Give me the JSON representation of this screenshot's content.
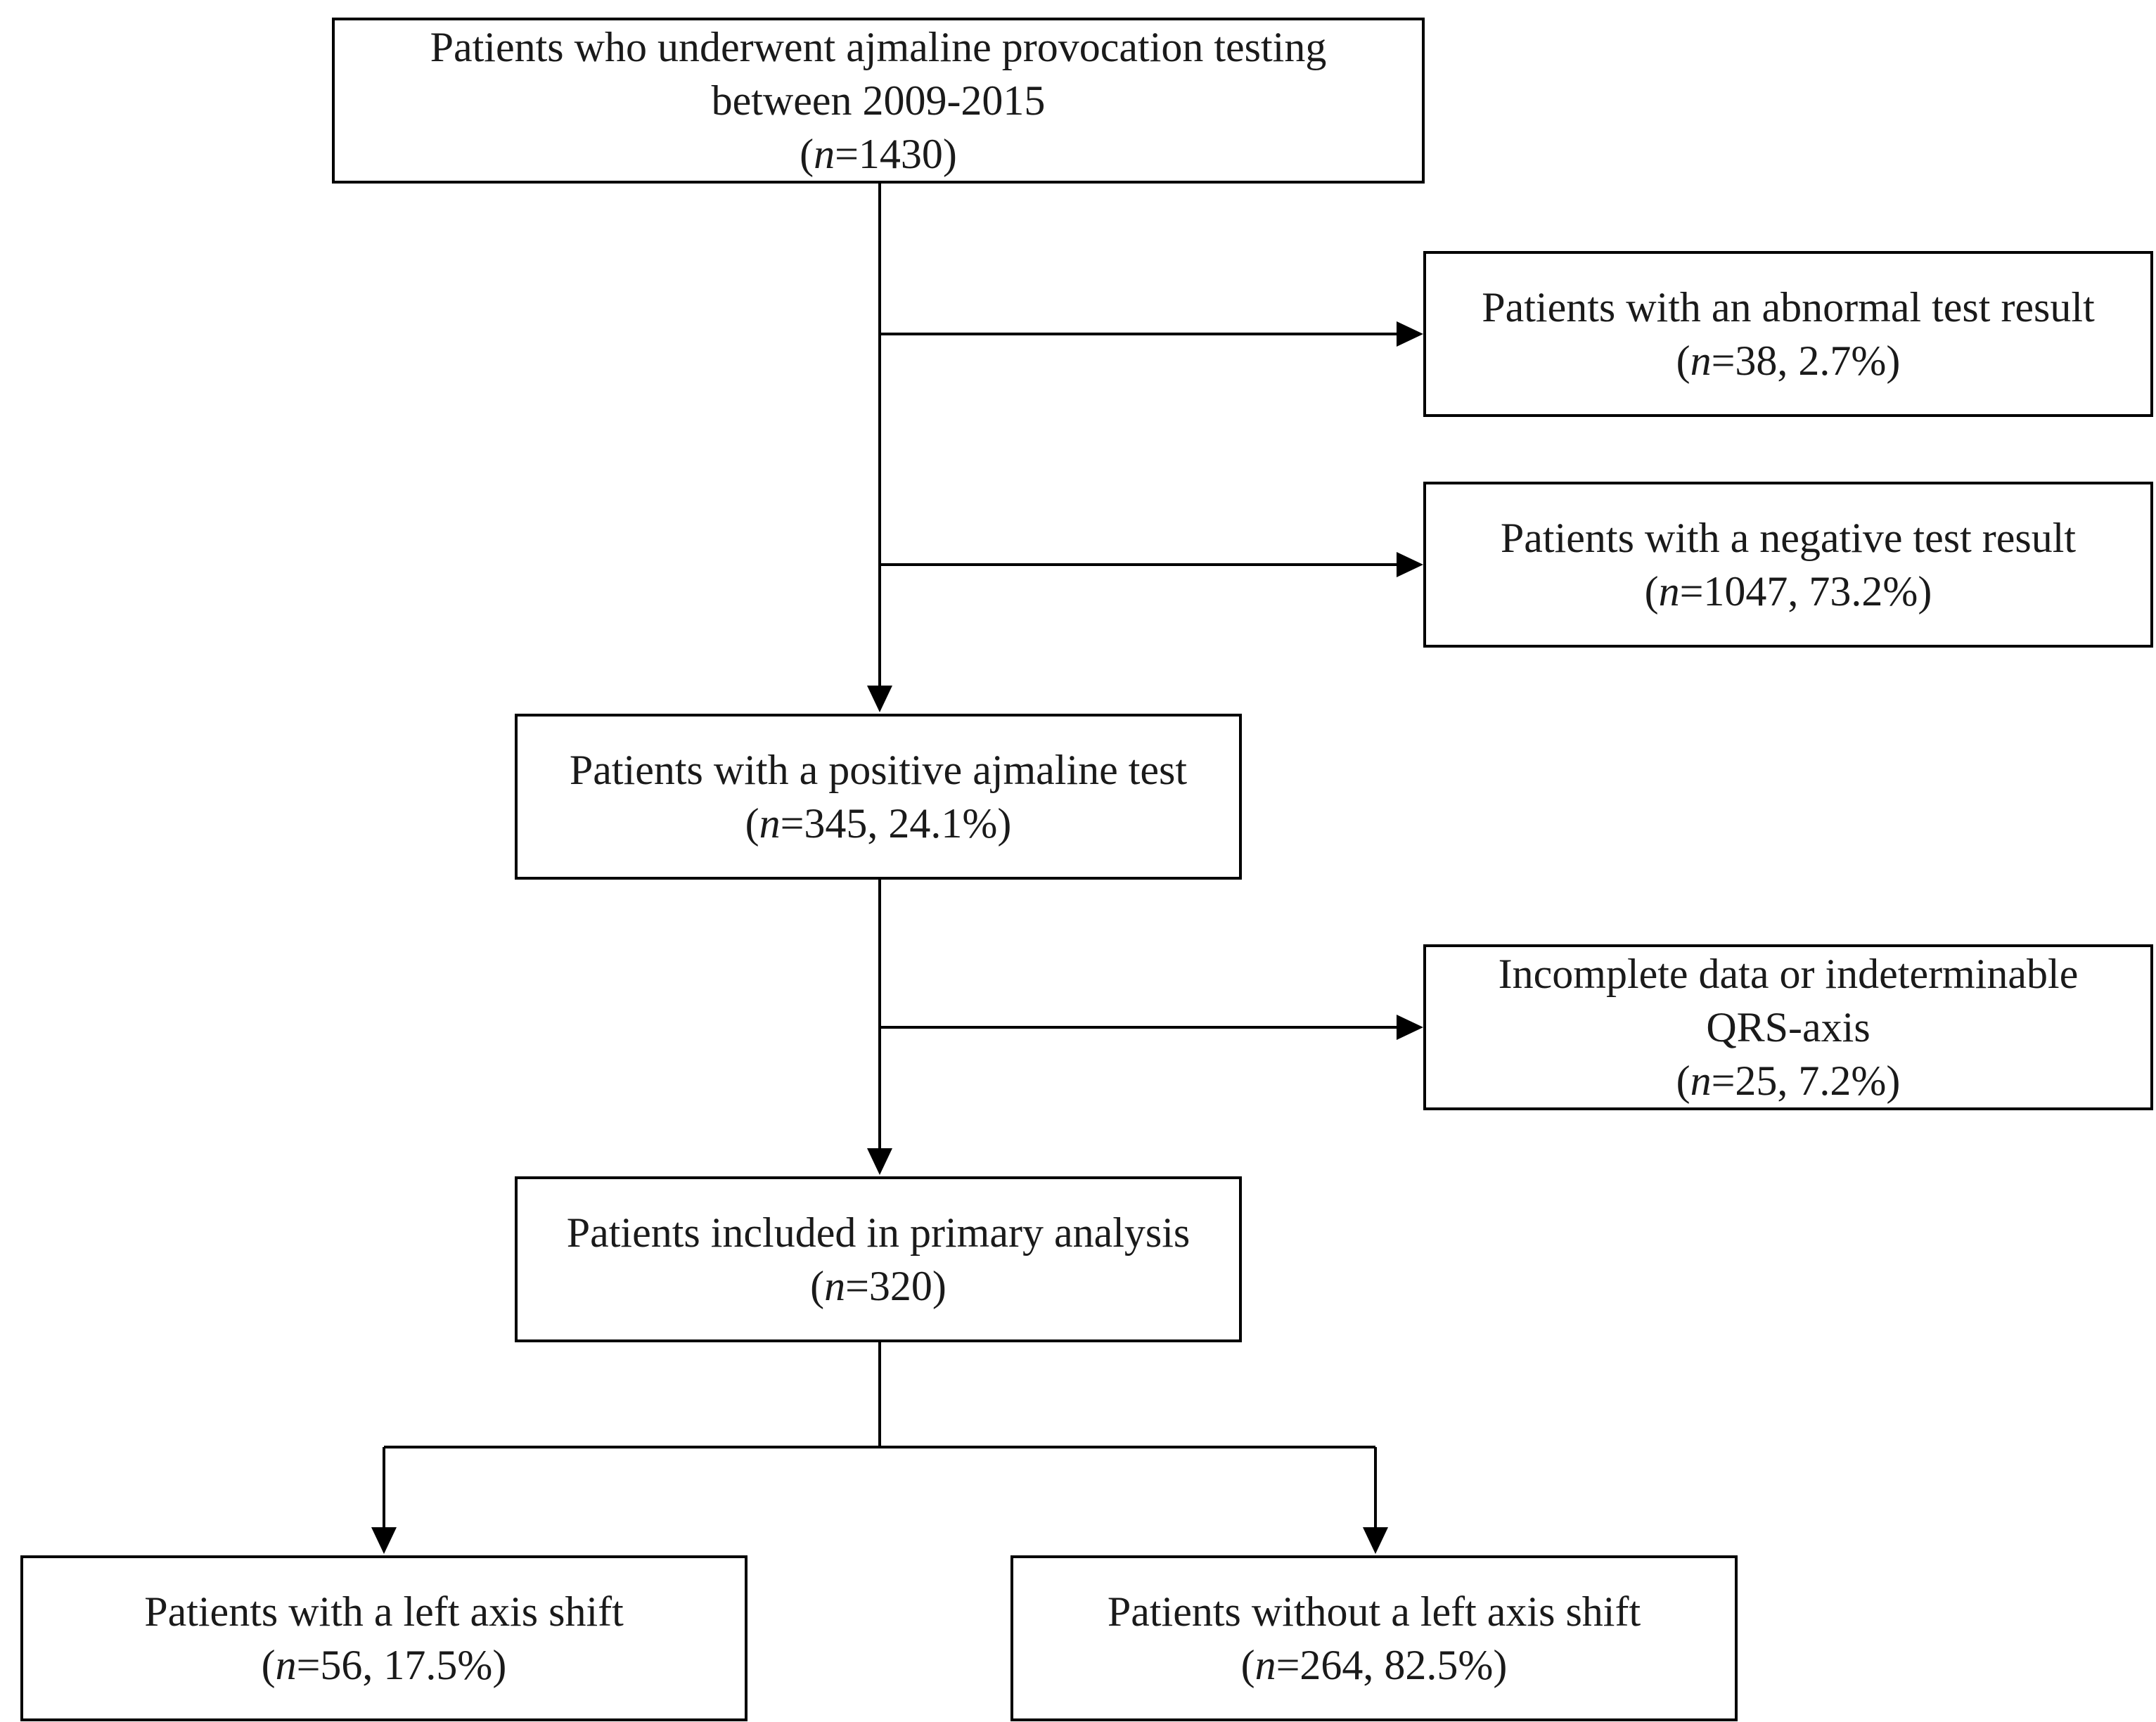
{
  "nodes": {
    "start": {
      "lines": [
        "Patients who underwent ajmaline provocation testing",
        "between 2009-2015"
      ],
      "n_prefix": "(",
      "n_symbol": "n",
      "n_rest": "=1430)"
    },
    "abnormal": {
      "lines": [
        "Patients with an abnormal test result"
      ],
      "n_prefix": "(",
      "n_symbol": "n",
      "n_rest": "=38, 2.7%)"
    },
    "negative": {
      "lines": [
        "Patients with a negative test result"
      ],
      "n_prefix": "(",
      "n_symbol": "n",
      "n_rest": "=1047, 73.2%)"
    },
    "positive": {
      "lines": [
        "Patients with a positive ajmaline test"
      ],
      "n_prefix": "(",
      "n_symbol": "n",
      "n_rest": "=345, 24.1%)"
    },
    "incomplete": {
      "lines": [
        "Incomplete data or indeterminable",
        "QRS-axis"
      ],
      "n_prefix": "(",
      "n_symbol": "n",
      "n_rest": "=25, 7.2%)"
    },
    "included": {
      "lines": [
        "Patients included in primary analysis"
      ],
      "n_prefix": "(",
      "n_symbol": "n",
      "n_rest": "=320)"
    },
    "left_shift": {
      "lines": [
        "Patients with a left axis shift"
      ],
      "n_prefix": "(",
      "n_symbol": "n",
      "n_rest": "=56, 17.5%)"
    },
    "no_left_shift": {
      "lines": [
        "Patients without a left axis shift"
      ],
      "n_prefix": "(",
      "n_symbol": "n",
      "n_rest": "=264, 82.5%)"
    }
  },
  "edges": [
    {
      "from": "start",
      "to": "abnormal"
    },
    {
      "from": "start",
      "to": "negative"
    },
    {
      "from": "start",
      "to": "positive"
    },
    {
      "from": "positive",
      "to": "incomplete"
    },
    {
      "from": "positive",
      "to": "included"
    },
    {
      "from": "included",
      "to": "left_shift"
    },
    {
      "from": "included",
      "to": "no_left_shift"
    }
  ],
  "colors": {
    "line": "#000000",
    "text": "#1a1a1a",
    "box_fill": "#ffffff"
  }
}
